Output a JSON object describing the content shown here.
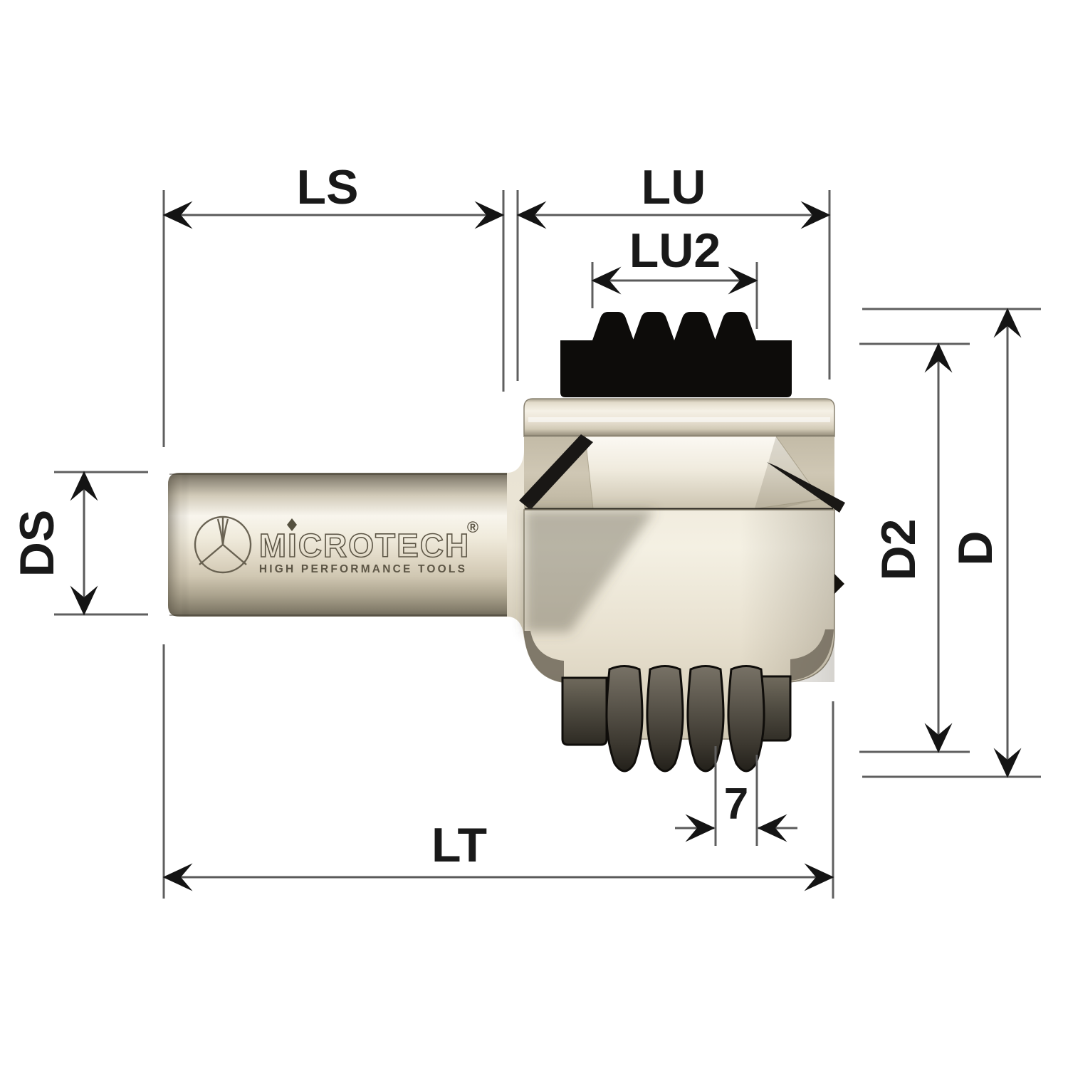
{
  "drawing": {
    "dimension_labels": {
      "ls": "LS",
      "lu": "LU",
      "lu2": "LU2",
      "ds": "DS",
      "d2": "D2",
      "d": "D",
      "lt": "LT",
      "pitch": "7"
    },
    "branding": {
      "logo_text": "MICROTECH",
      "registered_mark": "®",
      "tagline": "HIGH PERFORMANCE TOOLS"
    },
    "colors": {
      "background": "#ffffff",
      "dimension_lines": "#5a5a5a",
      "arrowheads": "#141414",
      "label_text": "#191919",
      "insert_black": "#0d0c0a",
      "metal_highlight": "#f7f4ec",
      "metal_mid": "#ddd6c4",
      "metal_shadow": "#8a8371",
      "serration_dark": "#3a362e",
      "engraving": "#5c5545"
    }
  }
}
